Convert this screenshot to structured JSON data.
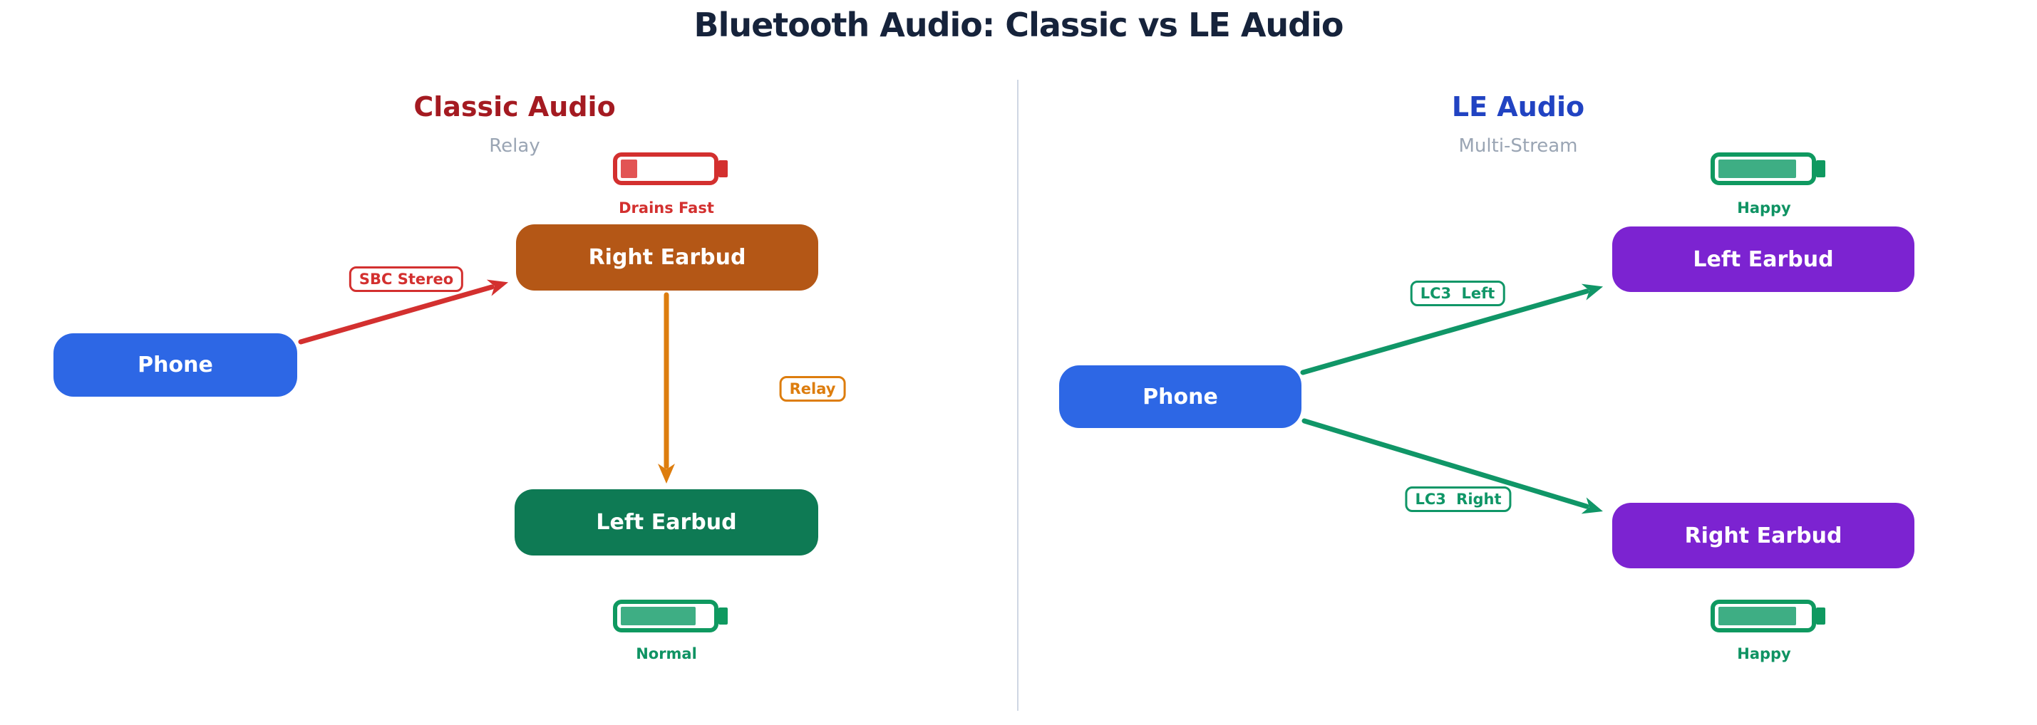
{
  "title": "Bluetooth Audio: Classic vs LE Audio",
  "colors": {
    "title_text": "#16233b",
    "classic_heading": "#a41a21",
    "le_heading": "#2143c2",
    "subtitle_gray": "#9aa5b4",
    "phone_node": "#2d67e5",
    "relay_earbud_node": "#b45716",
    "classic_left_earbud_node": "#0e7a54",
    "le_earbud_node": "#7c23d1",
    "red_accent": "#d3302f",
    "orange_accent": "#dd7d0e",
    "green_accent": "#109667",
    "battery_green": "#0f9960",
    "divider": "#cfd7e3"
  },
  "classic": {
    "heading": "Classic Audio",
    "subtitle": "Relay",
    "battery_top": {
      "icon": "battery-icon",
      "level_percent": 17,
      "label": "Drains Fast"
    },
    "battery_bottom": {
      "icon": "battery-icon",
      "level_percent": 77,
      "label": "Normal"
    },
    "nodes": {
      "phone": "Phone",
      "right_earbud": "Right Earbud",
      "left_earbud": "Left Earbud"
    },
    "edges": {
      "phone_to_right": "SBC Stereo",
      "right_to_left": "Relay"
    }
  },
  "le": {
    "heading": "LE Audio",
    "subtitle": "Multi-Stream",
    "battery_top": {
      "icon": "battery-icon",
      "level_percent": 80,
      "label": "Happy"
    },
    "battery_bottom": {
      "icon": "battery-icon",
      "level_percent": 80,
      "label": "Happy"
    },
    "nodes": {
      "phone": "Phone",
      "left_earbud": "Left Earbud",
      "right_earbud": "Right Earbud"
    },
    "edges": {
      "phone_to_left": "LC3 Left",
      "phone_to_right": "LC3 Right"
    }
  }
}
